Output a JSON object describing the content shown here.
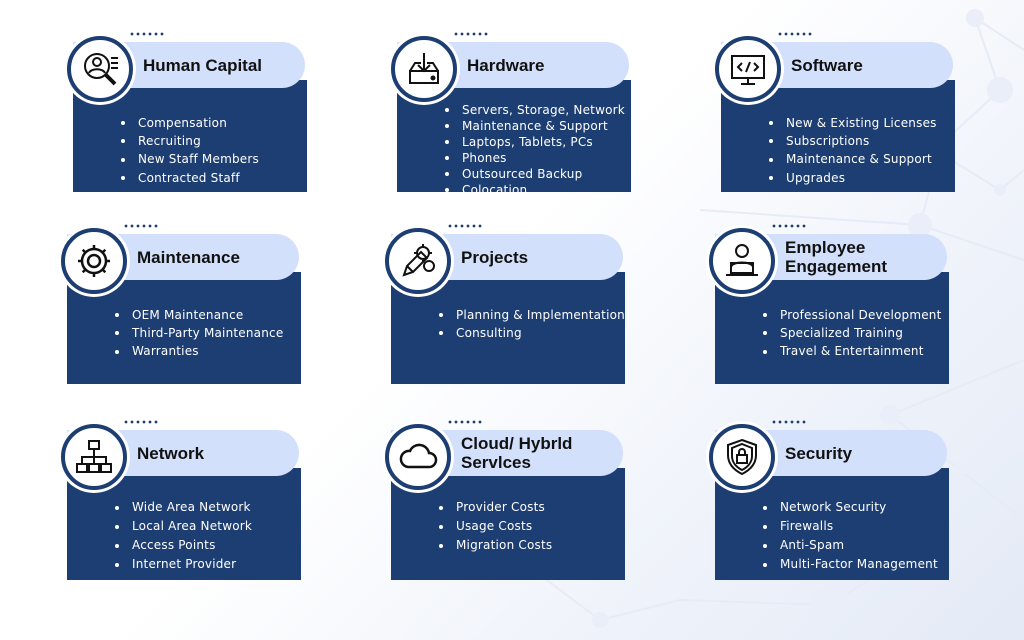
{
  "cards": [
    {
      "title": "Human Capital",
      "icon": "person-search-icon",
      "items": [
        "Compensation",
        "Recruiting",
        "New Staff Members",
        "Contracted Staff"
      ]
    },
    {
      "title": "Hardware",
      "icon": "server-download-icon",
      "items": [
        "Servers, Storage, Network",
        "Maintenance & Support",
        "Laptops, Tablets, PCs",
        "Phones",
        "Outsourced Backup",
        "Colocation"
      ]
    },
    {
      "title": "Software",
      "icon": "code-monitor-icon",
      "items": [
        "New & Existing Licenses",
        "Subscriptions",
        "Maintenance & Support",
        "Upgrades"
      ]
    },
    {
      "title": "Maintenance",
      "icon": "gear-icon",
      "items": [
        "OEM Maintenance",
        "Third-Party Maintenance",
        "Warranties"
      ]
    },
    {
      "title": "Projects",
      "icon": "gears-pencil-icon",
      "items": [
        "Planning & Implementation",
        "Consulting"
      ]
    },
    {
      "title": "Employee Engagement",
      "icon": "person-laptop-icon",
      "items": [
        "Professional Development",
        "Specialized Training",
        "Travel & Entertainment"
      ]
    },
    {
      "title": "Network",
      "icon": "network-tree-icon",
      "items": [
        "Wide Area Network",
        "Local Area Network",
        "Access Points",
        "Internet Provider"
      ]
    },
    {
      "title": "Cloud/ Hybrld Servlces",
      "icon": "cloud-icon",
      "items": [
        "Provider Costs",
        "Usage Costs",
        "Migration Costs"
      ]
    },
    {
      "title": "Security",
      "icon": "shield-lock-icon",
      "items": [
        "Network Security",
        "Firewalls",
        "Anti-Spam",
        "Multi-Factor Management"
      ]
    }
  ],
  "colors": {
    "panel": "#1d3e72",
    "pill": "#d3e0fb",
    "text_light": "#ffffff",
    "title": "#111111"
  }
}
